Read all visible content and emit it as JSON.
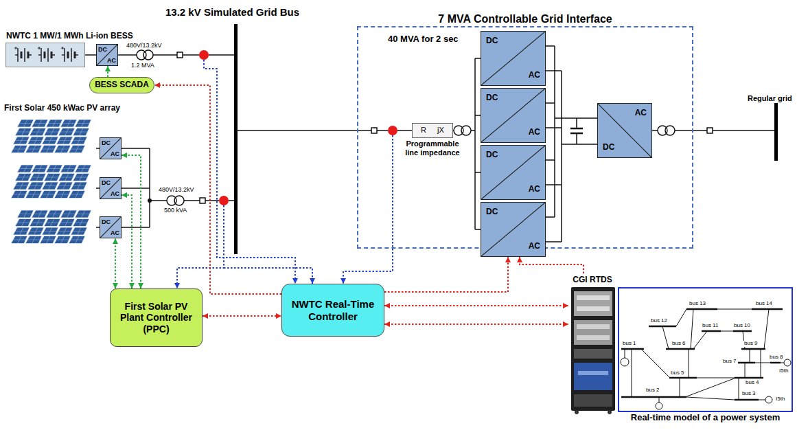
{
  "diagram": {
    "nodes": [
      {
        "text": [
          "NWTC 1 MW/1 MWh Li-ion BESS"
        ]
      },
      {
        "text": [
          "DC",
          "AC"
        ]
      },
      {
        "text": [
          "BESS SCADA"
        ]
      },
      {
        "text": [
          "First Solar 450 kWac PV array"
        ]
      },
      {
        "text": [
          "DC",
          "AC"
        ]
      },
      {
        "text": [
          "DC",
          "AC"
        ]
      },
      {
        "text": [
          "DC",
          "AC"
        ]
      },
      {
        "text": [
          "7 MVA Controllable Grid Interface",
          "40 MVA for 2 sec"
        ]
      },
      {
        "text": [
          "R",
          "jX",
          "Programmable line impedance"
        ],
        "in": 7
      },
      {
        "text": [
          "DC",
          "AC"
        ],
        "in": 7
      },
      {
        "text": [
          "DC",
          "AC"
        ],
        "in": 7
      },
      {
        "text": [
          "DC",
          "AC"
        ],
        "in": 7
      },
      {
        "text": [
          "DC",
          "AC"
        ],
        "in": 7
      },
      {
        "text": [
          "AC",
          "DC"
        ],
        "in": 7
      },
      {
        "text": [
          "First Solar PV Plant Controller (PPC)"
        ]
      },
      {
        "text": [
          "NWTC Real-Time Controller"
        ]
      },
      {
        "text": [
          "CGI RTDS"
        ]
      },
      {
        "text": [
          "Real-time model of a power system"
        ]
      }
    ],
    "edges": [
      {
        "from": 0,
        "to": 1,
        "arrow": "none"
      },
      {
        "from": 2,
        "to": 1,
        "arrow": "to"
      },
      {
        "from": 3,
        "to": 4,
        "arrow": "none"
      },
      {
        "from": 3,
        "to": 5,
        "arrow": "none"
      },
      {
        "from": 3,
        "to": 6,
        "arrow": "none"
      },
      {
        "from": 14,
        "to": 4,
        "arrow": "both"
      },
      {
        "from": 14,
        "to": 5,
        "arrow": "both"
      },
      {
        "from": 14,
        "to": 6,
        "arrow": "both"
      },
      {
        "from": 15,
        "to": 2,
        "arrow": "to"
      },
      {
        "from": 14,
        "to": 15,
        "arrow": "both"
      },
      {
        "from": 15,
        "to": 16,
        "arrow": "both"
      },
      {
        "from": 15,
        "to": 16,
        "arrow": "both"
      },
      {
        "from": 15,
        "to": 12,
        "arrow": "to"
      },
      {
        "from": 16,
        "to": 12,
        "arrow": "to"
      }
    ],
    "labels": [
      "13.2 kV Simulated Grid Bus",
      "480V/13.2kV",
      "1.2 MVA",
      "480V/13.2kV",
      "500 kVA",
      "Regular grid",
      "bus 13",
      "bus 14",
      "bus 12",
      "bus 11",
      "bus 10",
      "bus 1",
      "bus 6",
      "bus 9",
      "bus 7",
      "bus 8",
      "I5th",
      "bus 5",
      "bus 4",
      "bus 2",
      "bus 3",
      "I5th"
    ]
  }
}
